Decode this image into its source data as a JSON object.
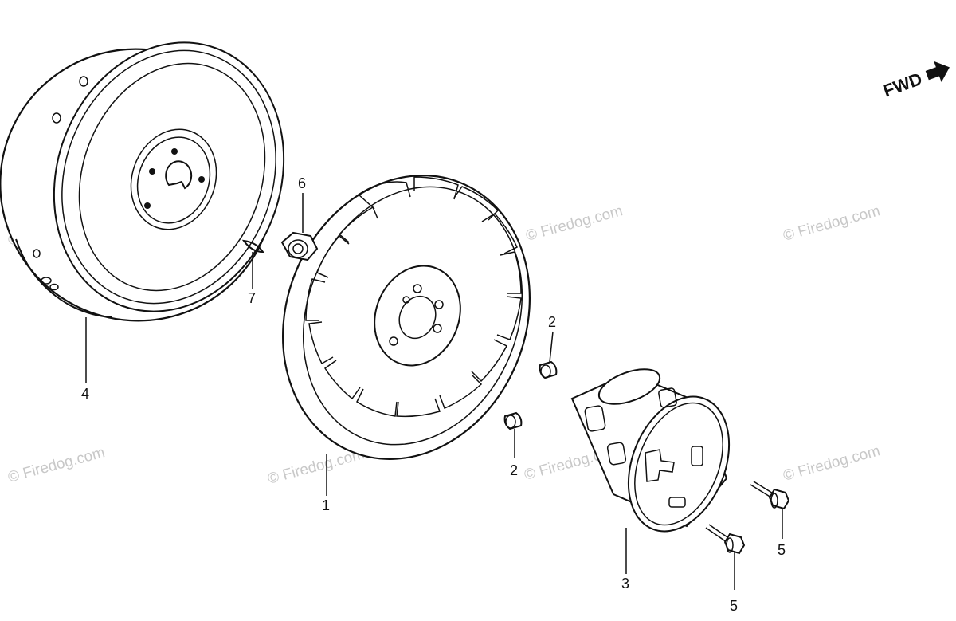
{
  "diagram": {
    "watermark_text": "© Firedog.com",
    "direction_label": "FWD",
    "callouts": {
      "flywheel": "4",
      "cooling_fan": "1",
      "starter_pulley": "3",
      "fan_nut": "6",
      "woodruff_key": "7",
      "dowel_pin_upper": "2",
      "dowel_pin_lower": "2",
      "flange_bolt_right": "5",
      "flange_bolt_lower": "5"
    },
    "colors": {
      "line": "#111111",
      "watermark": "#c8c8c8",
      "background": "#ffffff"
    }
  }
}
